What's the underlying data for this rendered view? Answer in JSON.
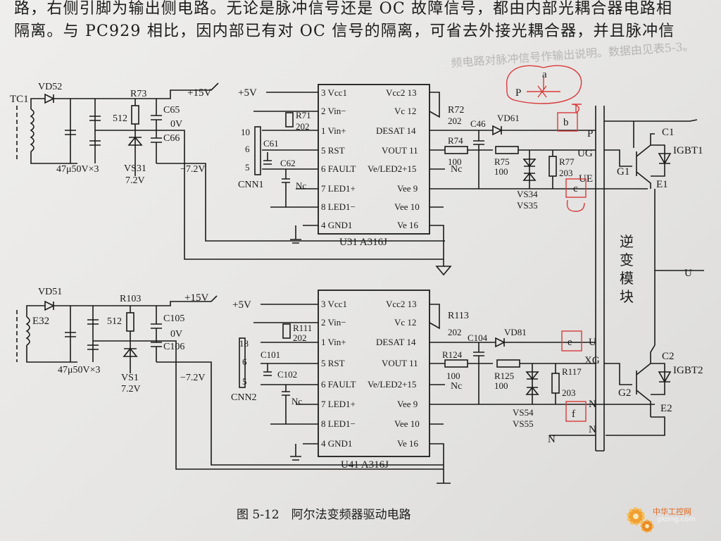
{
  "header": {
    "line1": "路，右侧引脚为输出侧电路。无论是脉冲信号还是 OC 故障信号，都由内部光耦合器电路相",
    "line2": "隔离。与 PC929 相比，因内部已有对 OC 信号的隔离，可省去外接光耦合器，并且脉冲信",
    "bleed": "频电路对脉冲信号作输出说明。数据由见表5-3。"
  },
  "circuits": [
    {
      "transformer": "TC1",
      "diode": "VD52",
      "resistor": "R73",
      "rail": "+15V",
      "res512": "512",
      "cap_top": "C65",
      "cap_bot": "C66",
      "zero_v": "0V",
      "neg_v": "−7.2V",
      "zener": "VS31",
      "zener_v": "7.2V",
      "cap_spec": "47μ50V×3",
      "connector": "CNN1",
      "conn_pins": [
        "10",
        "6",
        "5"
      ],
      "r_in": "R71",
      "r_in_val": "202",
      "cap_a": "C61",
      "cap_b": "C62",
      "nc": "Nc",
      "ic": "U31 A316J",
      "left_pins": [
        "3 Vcc1",
        "2 Vin−",
        "1 Vin+",
        "5 RST",
        "6 FAULT",
        "7 LED1+",
        "8 LED1−",
        "4 GND1"
      ],
      "right_pins": [
        "Vcc2 13",
        "Vc 12",
        "DESAT 14",
        "VOUT 11",
        "Ve/LED2+15",
        "Vee 9",
        "Vee 10",
        "Ve 16"
      ],
      "plus5": "+5V",
      "r_desat": "R72",
      "r_desat_val": "202",
      "cap_desat": "C46",
      "vd": "VD61",
      "r_out": "R74",
      "r_out_val": "100",
      "r_gate": "R75",
      "r_gate_val": "100",
      "r_ge": "R77",
      "r_ge_val": "203",
      "vs_pair": [
        "VS34",
        "VS35"
      ],
      "nc_out": "Nc"
    },
    {
      "transformer": "E32",
      "diode": "VD51",
      "resistor": "R103",
      "rail": "+15V",
      "res512": "512",
      "cap_top": "C105",
      "cap_bot": "C106",
      "zero_v": "0V",
      "neg_v": "−7.2V",
      "zener": "VS1",
      "zener_v": "7.2V",
      "cap_spec": "47μ50V×3",
      "connector": "CNN2",
      "conn_pins": [
        "18",
        "6",
        "5"
      ],
      "r_in": "R111",
      "r_in_val": "202",
      "cap_a": "C101",
      "cap_b": "C102",
      "nc": "Nc",
      "ic": "U41 A316J",
      "left_pins": [
        "3 Vcc1",
        "2 Vin−",
        "1 Vin+",
        "5 RST",
        "6 FAULT",
        "7 LED1+",
        "8 LED1−",
        "4 GND1"
      ],
      "right_pins": [
        "Vcc2 13",
        "Vc 12",
        "DESAT 14",
        "VOUT 11",
        "Ve/LED2+15",
        "Vee 9",
        "Vee 10",
        "Ve 16"
      ],
      "plus5": "+5V",
      "r_desat": "R113",
      "r_desat_val": "202",
      "cap_desat": "C104",
      "vd": "VD81",
      "r_out": "R124",
      "r_out_val": "100",
      "r_gate": "R125",
      "r_gate_val": "100",
      "r_ge": "R117",
      "r_ge_val": "203",
      "vs_pair": [
        "VS54",
        "VS55"
      ],
      "nc_out": "Nc"
    }
  ],
  "inverter": {
    "title_chars": [
      "逆",
      "变",
      "模",
      "块"
    ],
    "labels": {
      "P": "P",
      "UG": "UG",
      "UE": "UE",
      "E1": "E1",
      "C1": "C1",
      "IGBT1": "IGBT1",
      "G1": "G1",
      "U": "U",
      "C2": "C2",
      "IGBT2": "IGBT2",
      "XG": "XG",
      "G2": "G2",
      "E2": "E2",
      "N": "N"
    }
  },
  "annotations": {
    "p": "P",
    "a": "a",
    "b": "b",
    "c": "c",
    "e": "e",
    "f": "f"
  },
  "colors": {
    "annotation": "#d83a3a",
    "ink": "#1a1a1a",
    "paper": "#eceae8"
  },
  "caption": "图 5-12　阿尔法变频器驱动电路",
  "logo": {
    "top": "中华工控网",
    "bottom": "gkong.com"
  }
}
